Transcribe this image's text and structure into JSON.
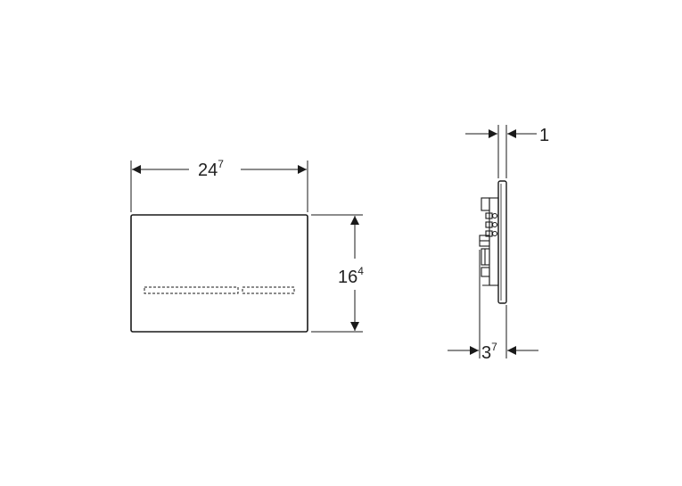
{
  "colors": {
    "ink": "#1a1a1a",
    "dimension_line": "#333333",
    "background": "#ffffff"
  },
  "front_view": {
    "width_label": {
      "main": "24",
      "sup": "7"
    },
    "height_label": {
      "main": "16",
      "sup": "4"
    }
  },
  "side_view": {
    "top_thickness_label": {
      "main": "1",
      "sup": ""
    },
    "depth_label": {
      "main": "3",
      "sup": "7"
    }
  }
}
